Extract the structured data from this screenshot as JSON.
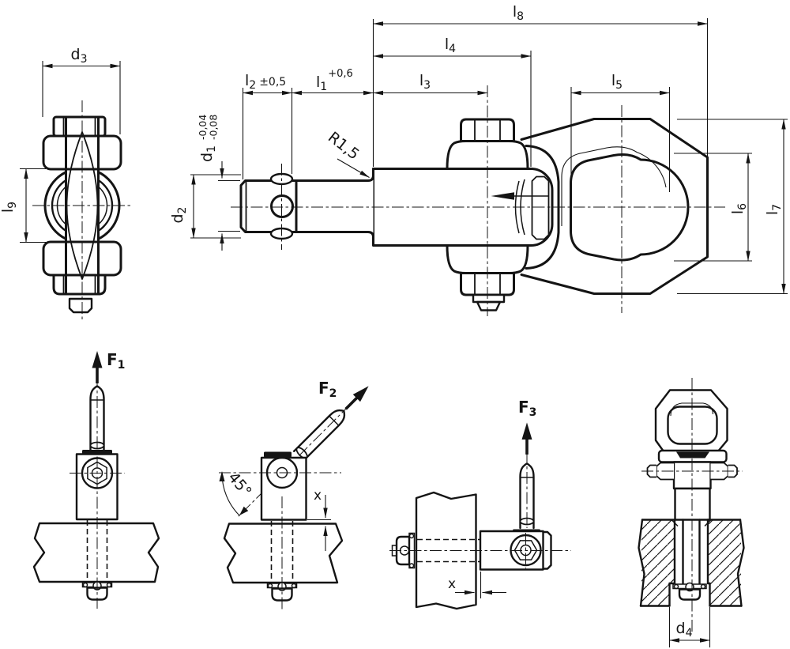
{
  "drawing": {
    "background": "#ffffff",
    "line_color": "#141414",
    "labels": {
      "d1": {
        "base": "d",
        "sub": "1",
        "tol_upper": "-0,04",
        "tol_lower": "-0,08"
      },
      "d2": {
        "base": "d",
        "sub": "2"
      },
      "d3": {
        "base": "d",
        "sub": "3"
      },
      "d4": {
        "base": "d",
        "sub": "4"
      },
      "l1": {
        "base": "l",
        "sub": "1",
        "tol": "+0,6"
      },
      "l2": {
        "base": "l",
        "sub": "2",
        "tol": "±0,5"
      },
      "l3": {
        "base": "l",
        "sub": "3"
      },
      "l4": {
        "base": "l",
        "sub": "4"
      },
      "l5": {
        "base": "l",
        "sub": "5"
      },
      "l6": {
        "base": "l",
        "sub": "6"
      },
      "l7": {
        "base": "l",
        "sub": "7"
      },
      "l8": {
        "base": "l",
        "sub": "8"
      },
      "l9": {
        "base": "l",
        "sub": "9"
      },
      "radius": "R1,5",
      "angle": "45°",
      "force1": {
        "base": "F",
        "sub": "1"
      },
      "force2": {
        "base": "F",
        "sub": "2"
      },
      "force3": {
        "base": "F",
        "sub": "3"
      },
      "clearance_f2": "x",
      "clearance_f3": "x"
    }
  }
}
